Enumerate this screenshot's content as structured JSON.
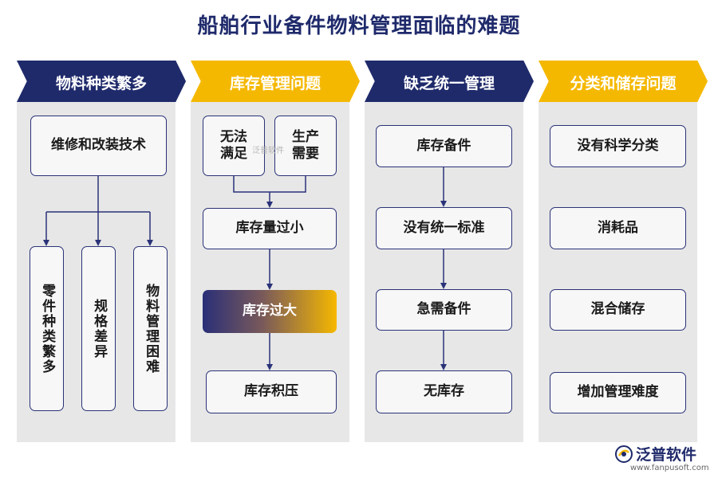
{
  "title": "船舶行业备件物料管理面临的难题",
  "columns": [
    {
      "header": "物料种类繁多"
    },
    {
      "header": "库存管理问题"
    },
    {
      "header": "缺乏统一管理"
    },
    {
      "header": "分类和储存问题"
    }
  ],
  "col1": {
    "top": "维修和改装技术",
    "children": [
      "零件种类繁多",
      "规格差异",
      "物料管理困难"
    ]
  },
  "col2": {
    "cause_a": "无法满足",
    "cause_b": "生产需要",
    "steps": [
      "库存量过小",
      "库存过大",
      "库存积压"
    ]
  },
  "col3": {
    "steps": [
      "库存备件",
      "没有统一标准",
      "急需备件",
      "无库存"
    ]
  },
  "col4": {
    "items": [
      "没有科学分类",
      "消耗品",
      "混合储存",
      "增加管理难度"
    ]
  },
  "watermark": "泛普软件",
  "logo": {
    "name": "泛普软件",
    "url": "www.fanpusoft.com"
  },
  "colors": {
    "navy": "#1f2a6b",
    "gold": "#f5b800",
    "panel": "#e7e7e7"
  }
}
